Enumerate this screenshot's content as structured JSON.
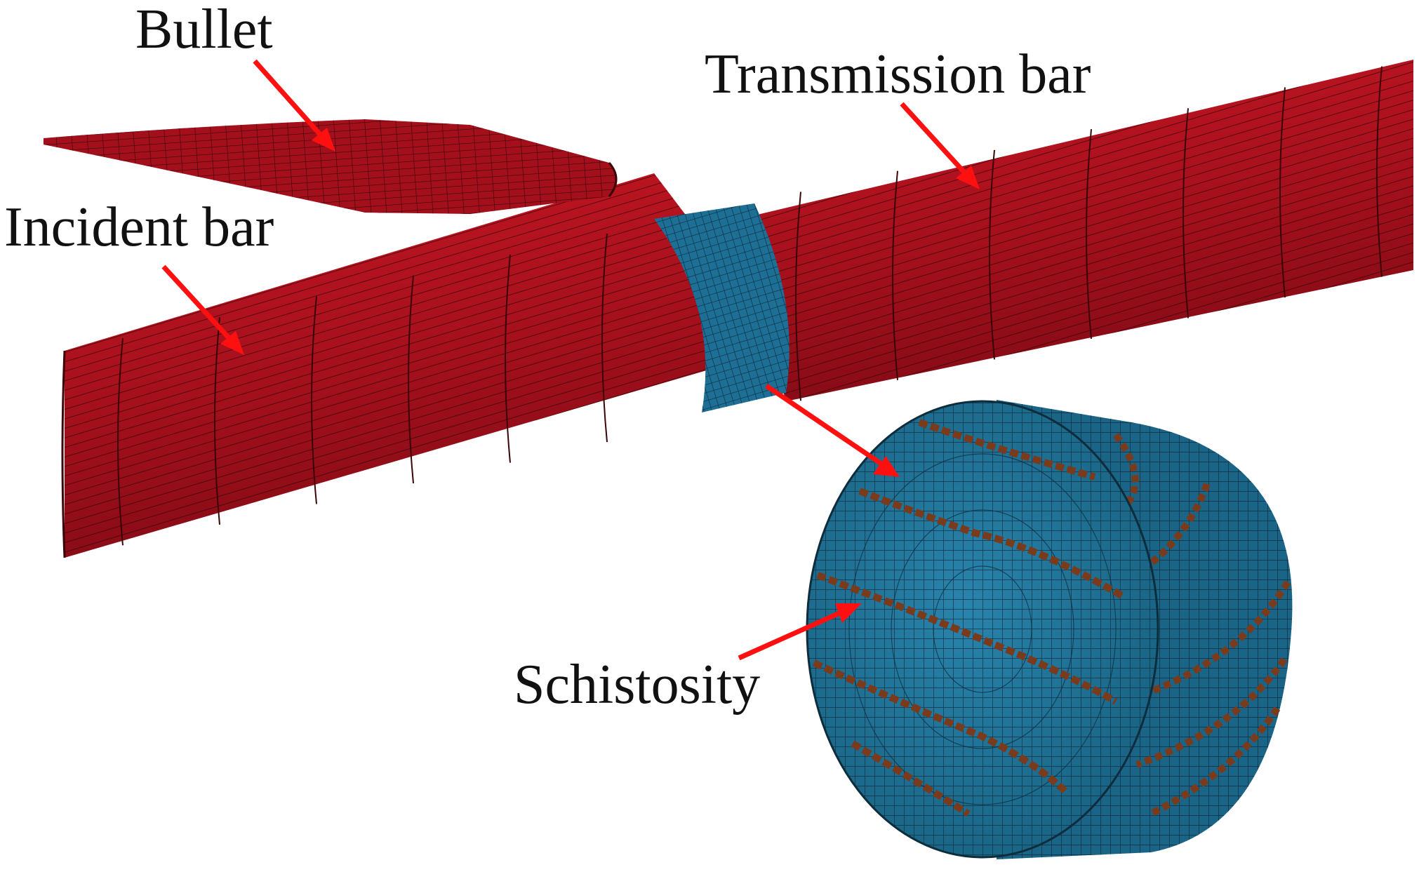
{
  "labels": {
    "bullet": "Bullet",
    "transmission_bar": "Transmission bar",
    "incident_bar": "Incident bar",
    "schistosity": "Schistosity"
  },
  "colors": {
    "bar_fill": "#a3101c",
    "bar_mesh": "#3a0508",
    "specimen_fill": "#1e6f96",
    "specimen_mesh": "#0d2c3c",
    "schistosity_band": "#7a3b1c",
    "arrow": "#ff1010",
    "text": "#111111",
    "background": "#ffffff"
  }
}
